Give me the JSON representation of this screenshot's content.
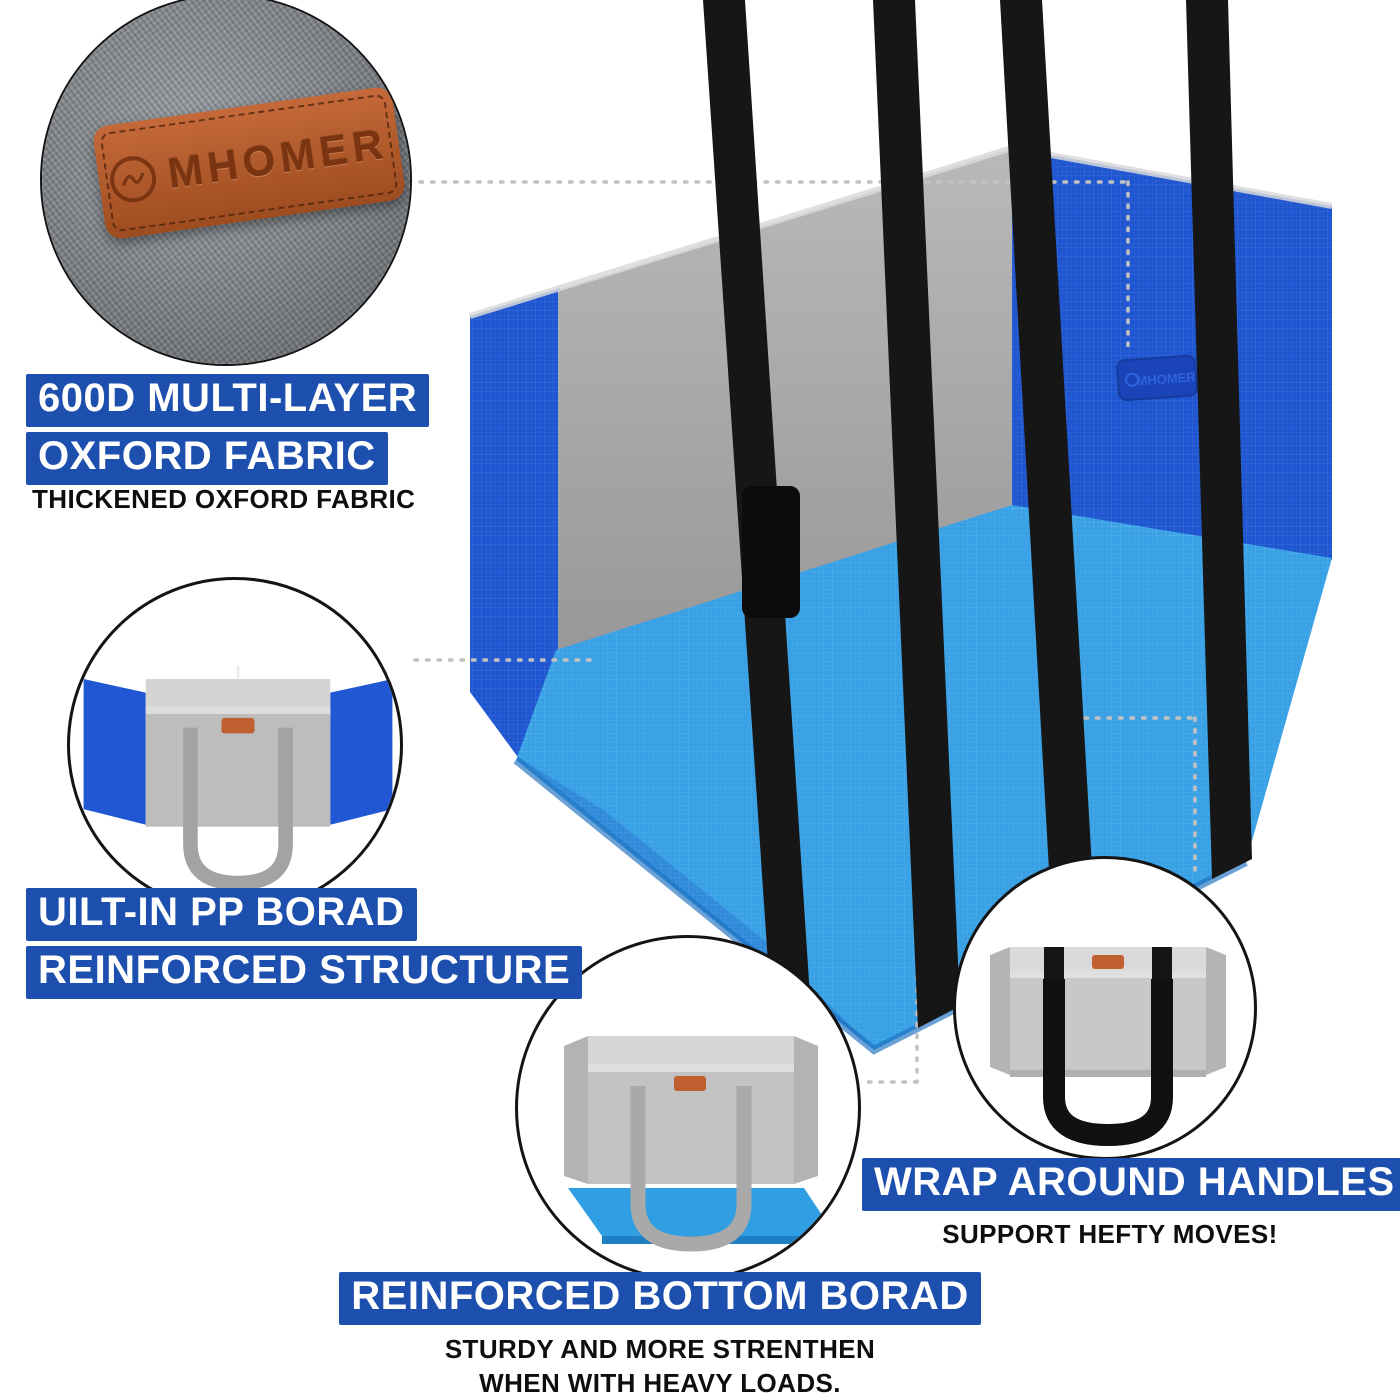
{
  "brand": "MHOMER",
  "colors": {
    "banner_blue": "#1d4fae",
    "bag_blue": "#1e55d0",
    "bag_bottom_light_blue": "#38a0e5",
    "bag_interior_gray": "#a8a8a8",
    "strap_black": "#161616",
    "patch_leather_orange": "#b85c2e"
  },
  "callouts": {
    "fabric": {
      "line1": "600D MULTI-LAYER",
      "line2": "OXFORD FABRIC",
      "note": "THICKENED OXFORD FABRIC"
    },
    "structure": {
      "line1": "UILT-IN PP BORAD",
      "line2": "REINFORCED STRUCTURE"
    },
    "handles": {
      "title": "WRAP AROUND HANDLES",
      "note": "SUPPORT HEFTY MOVES!"
    },
    "bottom": {
      "title": "REINFORCED BOTTOM BORAD",
      "note1": "STURDY AND MORE STRENTHEN",
      "note2": "WHEN WITH HEAVY LOADS."
    }
  }
}
